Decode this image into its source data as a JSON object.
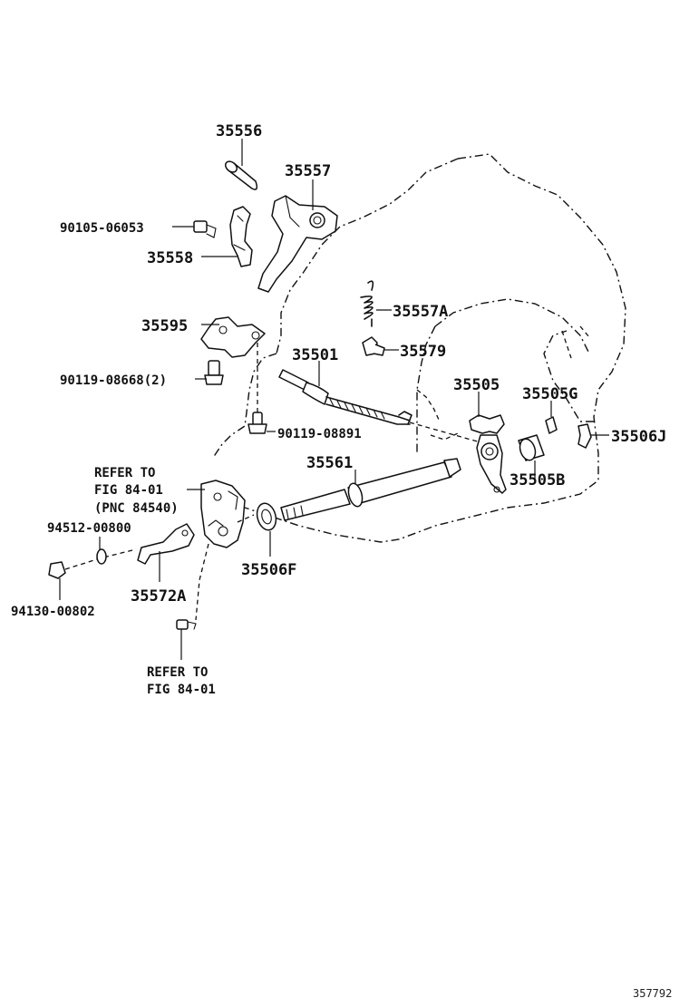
{
  "parts": {
    "p35556": "35556",
    "p35557": "35557",
    "p90105_06053": "90105-06053",
    "p35558": "35558",
    "p35557A": "35557A",
    "p35595": "35595",
    "p35579": "35579",
    "p35501": "35501",
    "p90119_08668": "90119-08668(2)",
    "p35505": "35505",
    "p35505G": "35505G",
    "p35506J": "35506J",
    "p90119_08891": "90119-08891",
    "p35561": "35561",
    "p35505B": "35505B",
    "p94512_00800": "94512-00800",
    "p35506F": "35506F",
    "p35572A": "35572A",
    "p94130_00802": "94130-00802"
  },
  "refs": {
    "ref1_line1": "REFER TO",
    "ref1_line2": "FIG 84-01",
    "ref1_line3": "(PNC 84540)",
    "ref2_line1": "REFER TO",
    "ref2_line2": "FIG 84-01"
  },
  "diagram_id": "357792"
}
